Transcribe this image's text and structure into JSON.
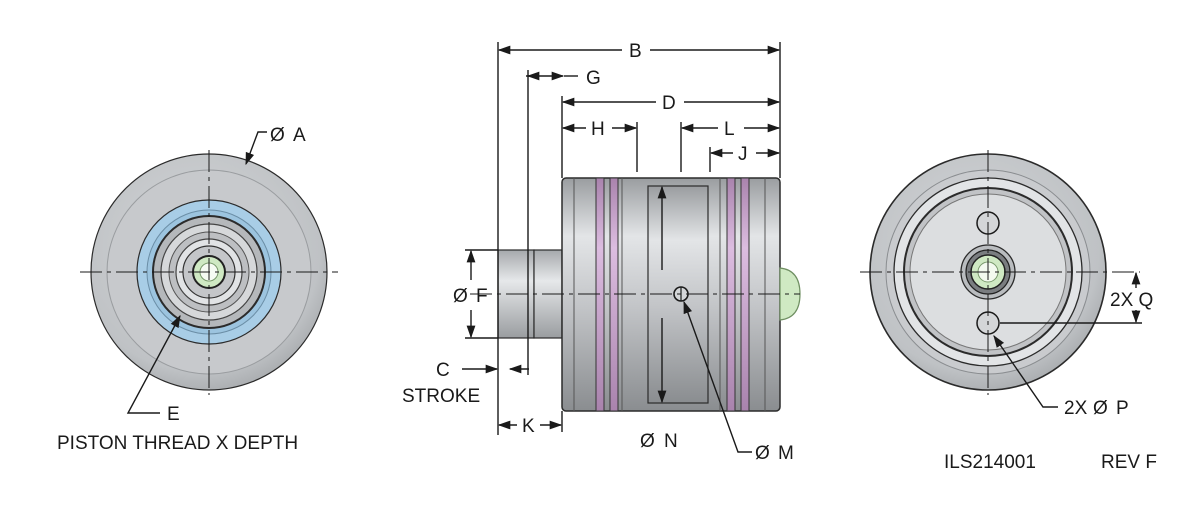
{
  "colors": {
    "body_fill": "#c4c6c8",
    "body_light": "#dfe1e3",
    "body_dark": "#8e9194",
    "seal_ring": "#a8cde6",
    "wear_band": "#c9a2cc",
    "green_thread": "#cfe9c3",
    "line": "#1a1a1a"
  },
  "front_view": {
    "diameter_label": "A",
    "thread_callout_letter": "E",
    "thread_callout_text": "PISTON THREAD X DEPTH"
  },
  "side_view": {
    "B": "B",
    "G": "G",
    "D": "D",
    "H": "H",
    "L": "L",
    "J": "J",
    "F": "F",
    "C": "C",
    "stroke": "STROKE",
    "K": "K",
    "N": "N",
    "M": "M"
  },
  "rear_view": {
    "Q": "2X Q",
    "P": "2X",
    "P_letter": "P"
  },
  "title_block": {
    "part_number": "ILS214001",
    "revision": "REV F"
  }
}
